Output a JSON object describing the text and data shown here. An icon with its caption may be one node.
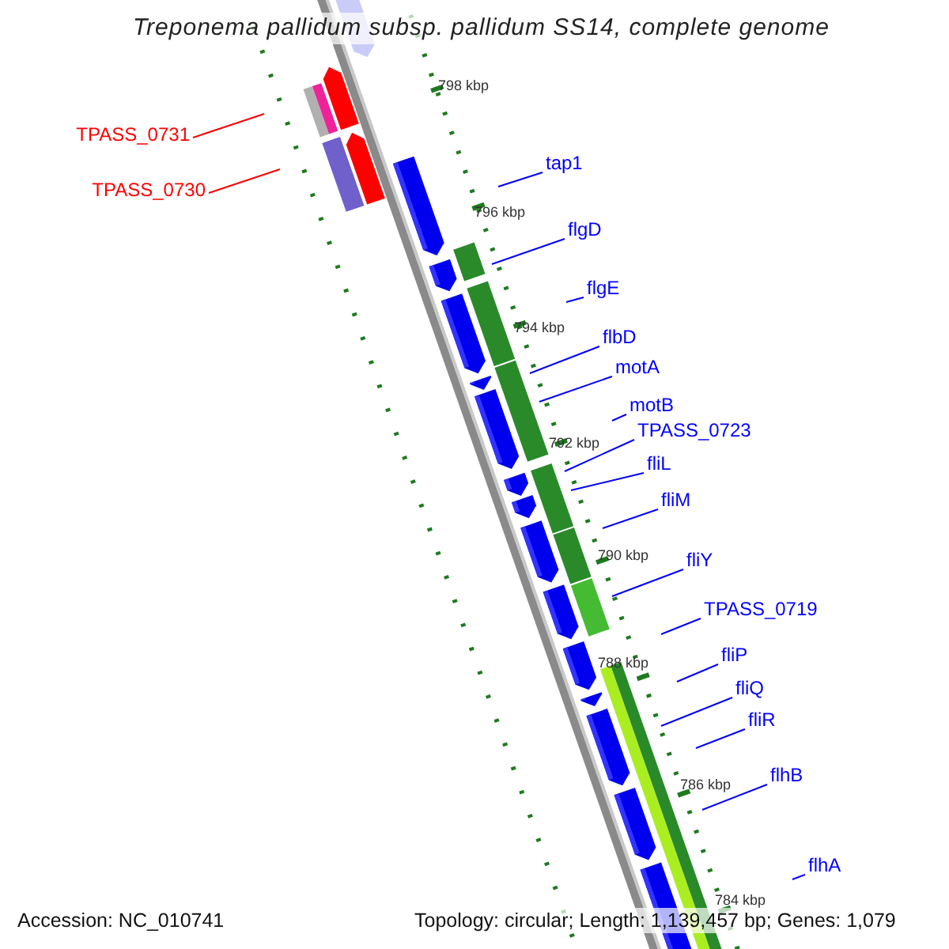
{
  "diagram": {
    "title": "Treponema pallidum subsp. pallidum SS14, complete genome",
    "nodes": [
      {
        "text": [
          "TPASS_0731"
        ]
      },
      {
        "text": [
          "tap1"
        ]
      },
      {
        "text": [
          "TPASS_0730"
        ]
      },
      {
        "text": [
          "flgD"
        ]
      },
      {
        "text": [
          "flgE"
        ]
      },
      {
        "text": [
          "flbD"
        ]
      },
      {
        "text": [
          "motA"
        ]
      },
      {
        "text": [
          "motB"
        ]
      },
      {
        "text": [
          "TPASS_0723"
        ]
      },
      {
        "text": [
          "fliL"
        ]
      },
      {
        "text": [
          "fliM"
        ]
      },
      {
        "text": [
          "fliY"
        ]
      },
      {
        "text": [
          "TPASS_0719"
        ]
      },
      {
        "text": [
          "fliP"
        ]
      },
      {
        "text": [
          "fliQ"
        ]
      },
      {
        "text": [
          "fliR"
        ]
      },
      {
        "text": [
          "flhB"
        ]
      },
      {
        "text": [
          "flhA"
        ]
      }
    ],
    "edges": [
      {
        "from": 0,
        "to": null,
        "arrow": "none",
        "color": "#ff0000"
      },
      {
        "from": 1,
        "to": null,
        "arrow": "none"
      },
      {
        "from": 2,
        "to": null,
        "arrow": "none",
        "color": "#ff0000"
      },
      {
        "from": 3,
        "to": null,
        "arrow": "none"
      },
      {
        "from": 4,
        "to": null,
        "arrow": "none"
      },
      {
        "from": 5,
        "to": null,
        "arrow": "none"
      },
      {
        "from": 6,
        "to": null,
        "arrow": "none"
      },
      {
        "from": 7,
        "to": null,
        "arrow": "none"
      },
      {
        "from": 8,
        "to": null,
        "arrow": "none"
      },
      {
        "from": 9,
        "to": null,
        "arrow": "none"
      },
      {
        "from": 10,
        "to": null,
        "arrow": "none"
      },
      {
        "from": 11,
        "to": null,
        "arrow": "none"
      },
      {
        "from": 12,
        "to": null,
        "arrow": "none"
      },
      {
        "from": 13,
        "to": null,
        "arrow": "none"
      },
      {
        "from": 14,
        "to": null,
        "arrow": "none"
      },
      {
        "from": 15,
        "to": null,
        "arrow": "none"
      },
      {
        "from": 16,
        "to": null,
        "arrow": "none"
      },
      {
        "from": 17,
        "to": null,
        "arrow": "none"
      }
    ],
    "labels": [
      "798 kbp",
      "796 kbp",
      "794 kbp",
      "792 kbp",
      "790 kbp",
      "788 kbp",
      "786 kbp",
      "784 kbp",
      "Accession: NC_010741",
      "Topology: circular; Length: 1,139,457 bp; Genes: 1,079"
    ]
  }
}
